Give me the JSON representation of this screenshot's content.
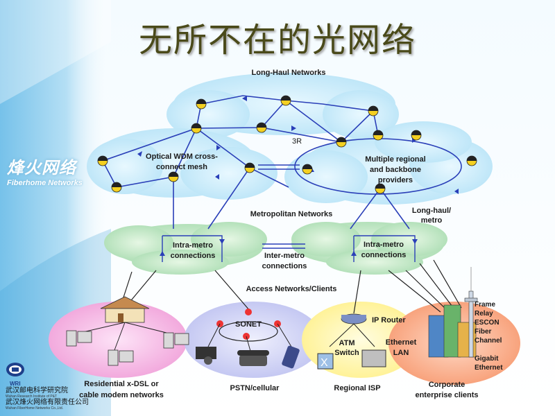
{
  "slide": {
    "title": "无所不在的光网络"
  },
  "brand": {
    "name_cn": "烽火网络",
    "name_en": "Fiberhome Networks"
  },
  "institution": {
    "abbr": "WRI",
    "line1": "武汉邮电科学研究院",
    "line1_en": "Wuhan Research Institute of P&T",
    "line2": "武汉烽火网络有限责任公司",
    "line2_en": "Wuhan FiberHome Networks Co.,Ltd."
  },
  "diagram": {
    "long_haul_label": "Long-Haul Networks",
    "optical_wdm_label": [
      "Optical WDM cross-",
      "connect mesh"
    ],
    "threeR_label": "3R",
    "multiple_regional_label": [
      "Multiple regional",
      "and backbone",
      "providers"
    ],
    "metro_networks_label": "Metropolitan Networks",
    "long_haul_metro_label": [
      "Long-haul/",
      "metro"
    ],
    "intra_metro_left": [
      "Intra-metro",
      "connections"
    ],
    "intra_metro_right": [
      "Intra-metro",
      "connections"
    ],
    "inter_metro_label": [
      "Inter-metro",
      "connections"
    ],
    "access_label": "Access Networks/Clients",
    "sonet_label": "SONET",
    "ip_router_label": "IP Router",
    "atm_switch_label": [
      "ATM",
      "Switch"
    ],
    "ethernet_lan_label": [
      "Ethernet",
      "LAN"
    ],
    "services_label": [
      "Frame",
      "Relay",
      "ESCON",
      "Fiber",
      "Channel"
    ],
    "gigabit_label": [
      "Gigabit",
      "Ethernet"
    ],
    "residential_label": [
      "Residential x-DSL or",
      "cable modem networks"
    ],
    "pstn_label": "PSTN/cellular",
    "regional_isp_label": "Regional ISP",
    "corporate_label": [
      "Corporate",
      "enterprise clients"
    ]
  },
  "colors": {
    "ring_line": "#2a3fb8",
    "cloud_blue": "#c9ecfb",
    "cloud_green": "#bfe6c3",
    "cloud_pink": "#f7b8e6",
    "cloud_lavender": "#cdd0f5",
    "cloud_yellow": "#fff7a0",
    "cloud_orange": "#fbb08c",
    "node_yellow": "#f4d021",
    "title_color": "#4a4a1a"
  }
}
